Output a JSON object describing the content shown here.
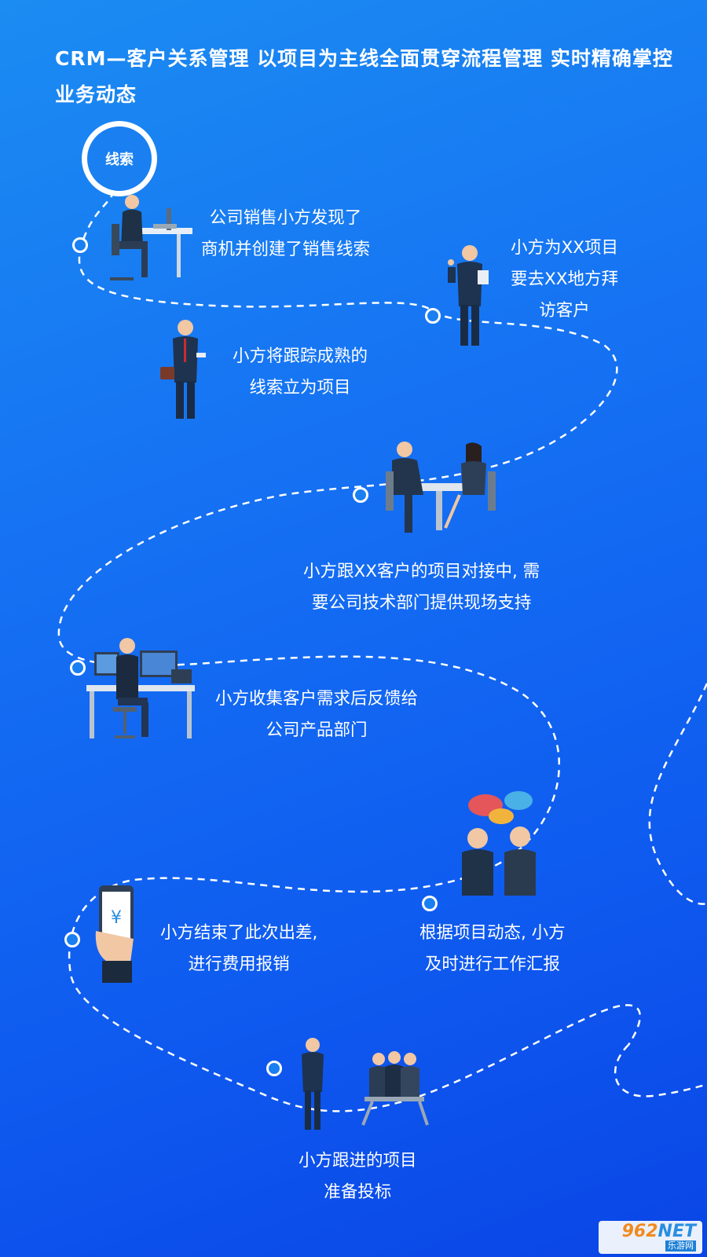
{
  "header": {
    "title": "CRM—客户关系管理  以项目为主线全面贯穿流程管理  实时精确掌控业务动态"
  },
  "lead_badge": {
    "label": "线索"
  },
  "steps": [
    {
      "text": "公司销售小方发现了\n商机并创建了销售线索"
    },
    {
      "text": "小方为XX项目\n要去XX地方拜\n访客户"
    },
    {
      "text": "小方将跟踪成熟的\n线索立为项目"
    },
    {
      "text": "小方跟XX客户的项目对接中, 需\n要公司技术部门提供现场支持"
    },
    {
      "text": "小方收集客户需求后反馈给\n公司产品部门"
    },
    {
      "text": "根据项目动态, 小方\n及时进行工作汇报"
    },
    {
      "text": "小方结束了此次出差,\n进行费用报销"
    },
    {
      "text": "小方跟进的项目\n准备投标"
    }
  ],
  "watermark": {
    "main": "962",
    "suffix": "NET",
    "sub": "乐游网"
  },
  "icons": [
    "salesperson-at-desk-icon",
    "businessman-with-tablet-icon",
    "businessman-with-briefcase-icon",
    "meeting-at-table-icon",
    "developer-at-workstation-icon",
    "conversation-bubbles-icon",
    "phone-payment-icon",
    "presentation-audience-icon"
  ],
  "colors": {
    "bg_top": "#1b8cf2",
    "bg_bottom": "#0a45e6",
    "path": "#ffffff"
  }
}
